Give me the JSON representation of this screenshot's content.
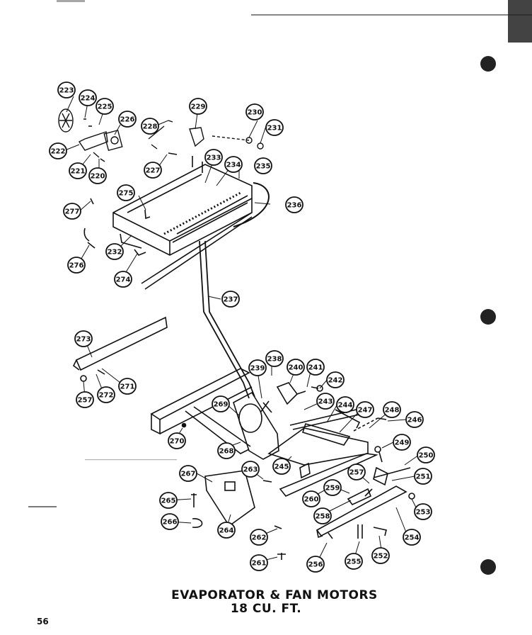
{
  "title_line1": "EVAPORATOR & FAN MOTORS",
  "title_line2": "18 CU. FT.",
  "page_number": "56",
  "callouts": [
    {
      "id": "c223",
      "label": "223"
    },
    {
      "id": "c224",
      "label": "224"
    },
    {
      "id": "c225",
      "label": "225"
    },
    {
      "id": "c226",
      "label": "226"
    },
    {
      "id": "c222",
      "label": "222"
    },
    {
      "id": "c221",
      "label": "221"
    },
    {
      "id": "c220",
      "label": "220"
    },
    {
      "id": "c228",
      "label": "228"
    },
    {
      "id": "c229",
      "label": "229"
    },
    {
      "id": "c227",
      "label": "227"
    },
    {
      "id": "c230",
      "label": "230"
    },
    {
      "id": "c231",
      "label": "231"
    },
    {
      "id": "c233",
      "label": "233"
    },
    {
      "id": "c234",
      "label": "234"
    },
    {
      "id": "c235",
      "label": "235"
    },
    {
      "id": "c275",
      "label": "275"
    },
    {
      "id": "c236",
      "label": "236"
    },
    {
      "id": "c277",
      "label": "277"
    },
    {
      "id": "c232",
      "label": "232"
    },
    {
      "id": "c276",
      "label": "276"
    },
    {
      "id": "c274",
      "label": "274"
    },
    {
      "id": "c237",
      "label": "237"
    },
    {
      "id": "c273",
      "label": "273"
    },
    {
      "id": "c271",
      "label": "271"
    },
    {
      "id": "c272",
      "label": "272"
    },
    {
      "id": "c257a",
      "label": "257"
    },
    {
      "id": "c238",
      "label": "238"
    },
    {
      "id": "c239",
      "label": "239"
    },
    {
      "id": "c240",
      "label": "240"
    },
    {
      "id": "c241",
      "label": "241"
    },
    {
      "id": "c242",
      "label": "242"
    },
    {
      "id": "c243",
      "label": "243"
    },
    {
      "id": "c244",
      "label": "244"
    },
    {
      "id": "c247",
      "label": "247"
    },
    {
      "id": "c248",
      "label": "248"
    },
    {
      "id": "c246",
      "label": "246"
    },
    {
      "id": "c269",
      "label": "269"
    },
    {
      "id": "c270",
      "label": "270"
    },
    {
      "id": "c268",
      "label": "268"
    },
    {
      "id": "c249",
      "label": "249"
    },
    {
      "id": "c250",
      "label": "250"
    },
    {
      "id": "c245",
      "label": "245"
    },
    {
      "id": "c263",
      "label": "263"
    },
    {
      "id": "c267",
      "label": "267"
    },
    {
      "id": "c257b",
      "label": "257"
    },
    {
      "id": "c251",
      "label": "251"
    },
    {
      "id": "c260",
      "label": "260"
    },
    {
      "id": "c259",
      "label": "259"
    },
    {
      "id": "c258",
      "label": "258"
    },
    {
      "id": "c265",
      "label": "265"
    },
    {
      "id": "c253",
      "label": "253"
    },
    {
      "id": "c266",
      "label": "266"
    },
    {
      "id": "c264",
      "label": "264"
    },
    {
      "id": "c254",
      "label": "254"
    },
    {
      "id": "c262",
      "label": "262"
    },
    {
      "id": "c252",
      "label": "252"
    },
    {
      "id": "c256",
      "label": "256"
    },
    {
      "id": "c255",
      "label": "255"
    },
    {
      "id": "c261",
      "label": "261"
    }
  ]
}
